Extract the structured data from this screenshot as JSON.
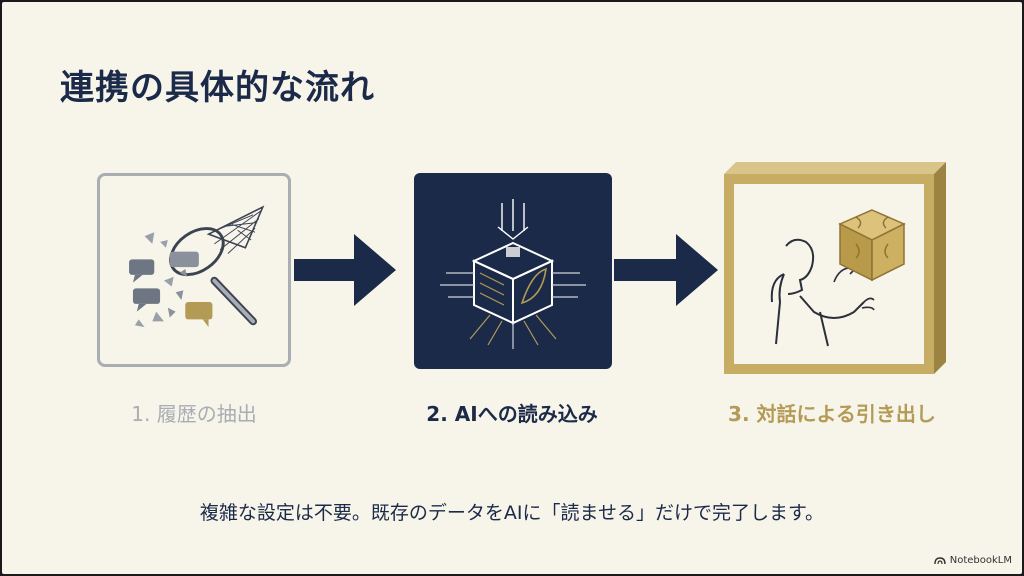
{
  "slide": {
    "title": "連携の具体的な流れ",
    "steps": [
      {
        "label": "1. 履歴の抽出",
        "icon": "net-catching-chat-bubbles-icon",
        "color": "#a9adb4"
      },
      {
        "label": "2. AIへの読み込み",
        "icon": "ai-chip-cube-icon",
        "color": "#1b2a48"
      },
      {
        "label": "3. 対話による引き出し",
        "icon": "person-with-puzzle-cube-icon",
        "color": "#b39a55"
      }
    ],
    "summary": "複雑な設定は不要。既存のデータをAIに「読ませる」だけで完了します。",
    "brand": "NotebookLM"
  },
  "colors": {
    "navy": "#1c2a4a",
    "gold": "#b39a55",
    "gray": "#a9adb4",
    "background": "#f7f4ea"
  }
}
